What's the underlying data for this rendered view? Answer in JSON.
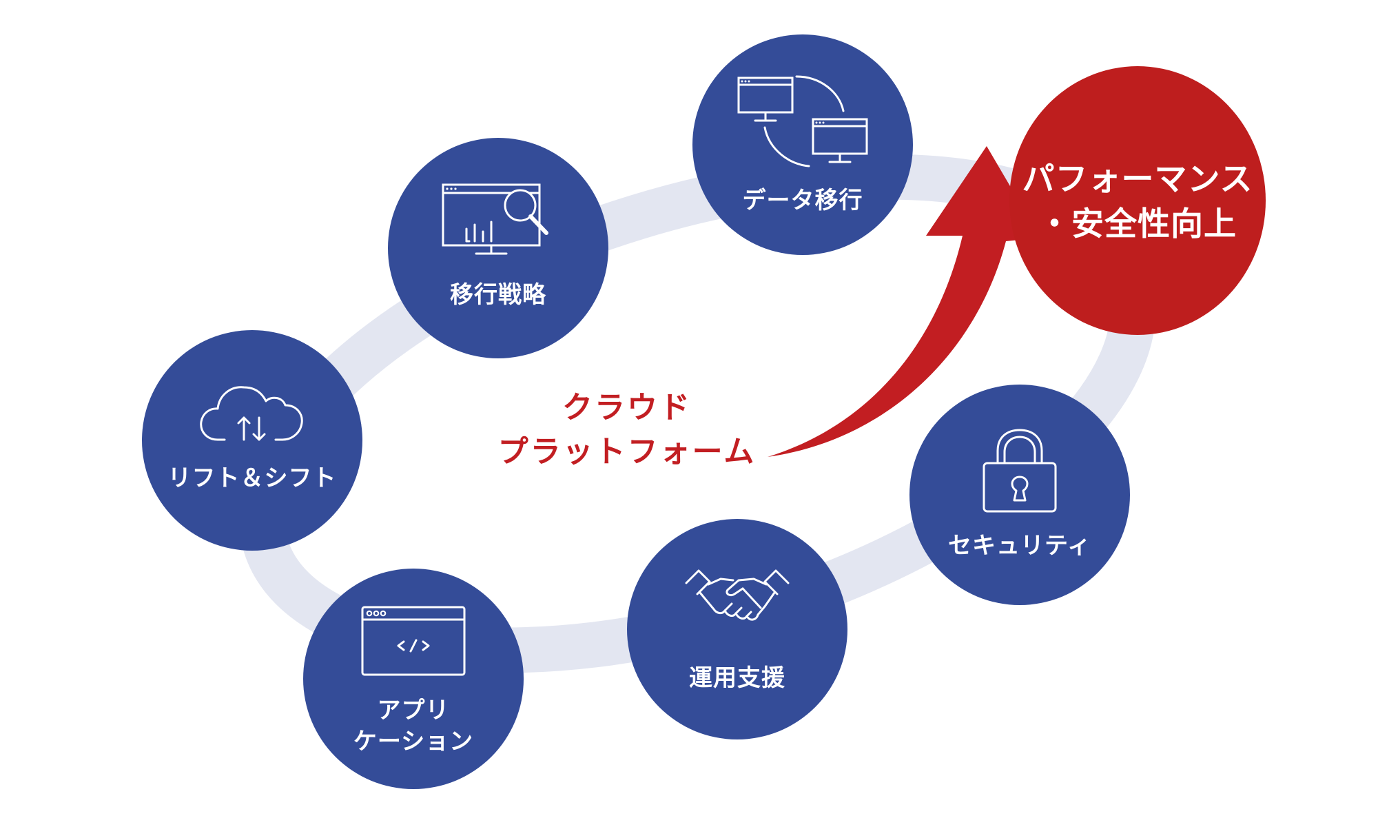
{
  "colors": {
    "node_blue": "#344c98",
    "node_red": "#be1e1e",
    "ring": "#e3e6f1",
    "accent_text": "#c21e22"
  },
  "center": {
    "line1": "クラウド",
    "line2": "プラットフォーム"
  },
  "nodes": {
    "data_migration": {
      "label": "データ移行",
      "icon": "monitor-sync-icon"
    },
    "migration_strategy": {
      "label": "移行戦略",
      "icon": "dashboard-search-icon"
    },
    "lift_shift": {
      "label": "リフト＆シフト",
      "icon": "cloud-transfer-icon"
    },
    "application": {
      "line1": "アプリ",
      "line2": "ケーション",
      "icon": "code-window-icon"
    },
    "operation_support": {
      "label": "運用支援",
      "icon": "handshake-icon"
    },
    "security": {
      "label": "セキュリティ",
      "icon": "padlock-icon"
    },
    "goal": {
      "line1": "パフォーマンス",
      "line2": "・安全性向上"
    }
  }
}
